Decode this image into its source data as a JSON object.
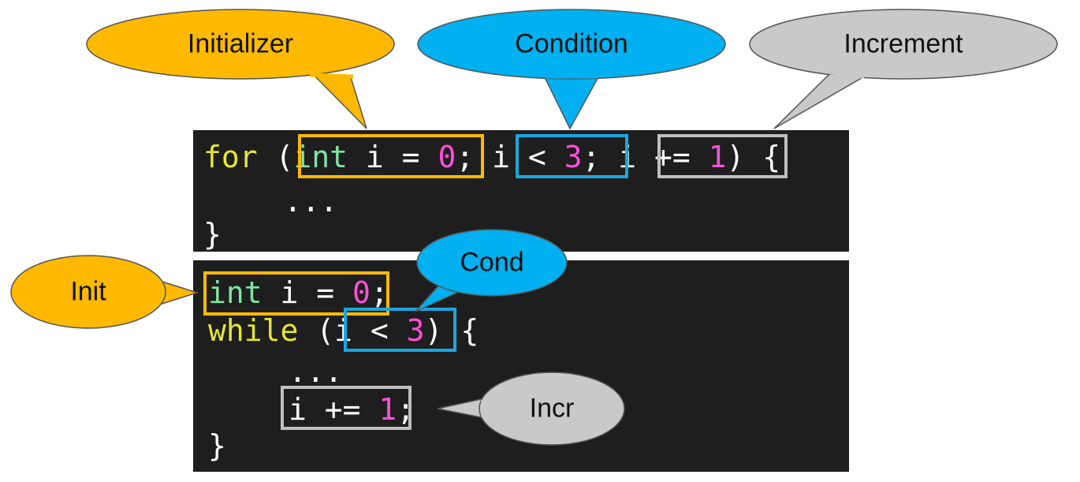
{
  "callouts": {
    "initializer": "Initializer",
    "condition": "Condition",
    "increment": "Increment",
    "init": "Init",
    "cond": "Cond",
    "incr": "Incr"
  },
  "for_loop": {
    "line1": {
      "kw_for": "for",
      "paren_open": " (",
      "type": "int",
      "init_expr": " i = ",
      "init_val": "0",
      "semi1": "; ",
      "cond_expr": "i < ",
      "cond_val": "3",
      "semi2": "; ",
      "incr_expr": "i += ",
      "incr_val": "1",
      "paren_close": ") {"
    },
    "line2": "...",
    "line3": "}"
  },
  "while_loop": {
    "line1": {
      "type": "int",
      "init_expr": " i = ",
      "init_val": "0",
      "semi": ";"
    },
    "line2": {
      "kw_while": "while",
      "paren_open": " (",
      "cond_expr": "i < ",
      "cond_val": "3",
      "paren_close": ") {"
    },
    "line3": "...",
    "line4": {
      "incr_expr": "i += ",
      "incr_val": "1",
      "semi": ";"
    },
    "line5": "}"
  },
  "colors": {
    "initializer": "#ffb900",
    "condition": "#00b0f0",
    "increment": "#c9c9c9",
    "code_bg": "#1e1e1e",
    "keyword": "#e6e632",
    "type": "#7fe3a3",
    "number": "#ff4fd8"
  }
}
